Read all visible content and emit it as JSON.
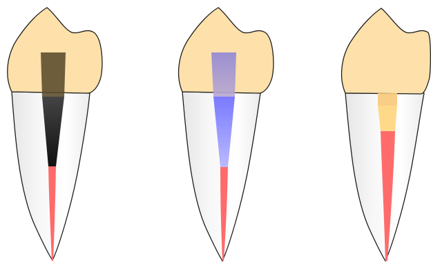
{
  "teeth": [
    {
      "id": "tooth-dark-filling",
      "filling_color": "#1a1a1a",
      "crown_filling_color": "#5a4a2a",
      "canal_color": "#ff6b6b"
    },
    {
      "id": "tooth-blue-filling",
      "filling_color": "#3d3dff",
      "crown_filling_color": "#8878c8",
      "canal_color": "#ff6b6b"
    },
    {
      "id": "tooth-yellow-filling",
      "filling_color": "#ffd98a",
      "crown_filling_color": "#f7c97a",
      "canal_color": "#ff6b6b"
    }
  ],
  "colors": {
    "crown": "#fde0aa",
    "root_light": "#ffffff",
    "root_shade": "#e9e9e9",
    "outline": "#1e1e1e"
  }
}
